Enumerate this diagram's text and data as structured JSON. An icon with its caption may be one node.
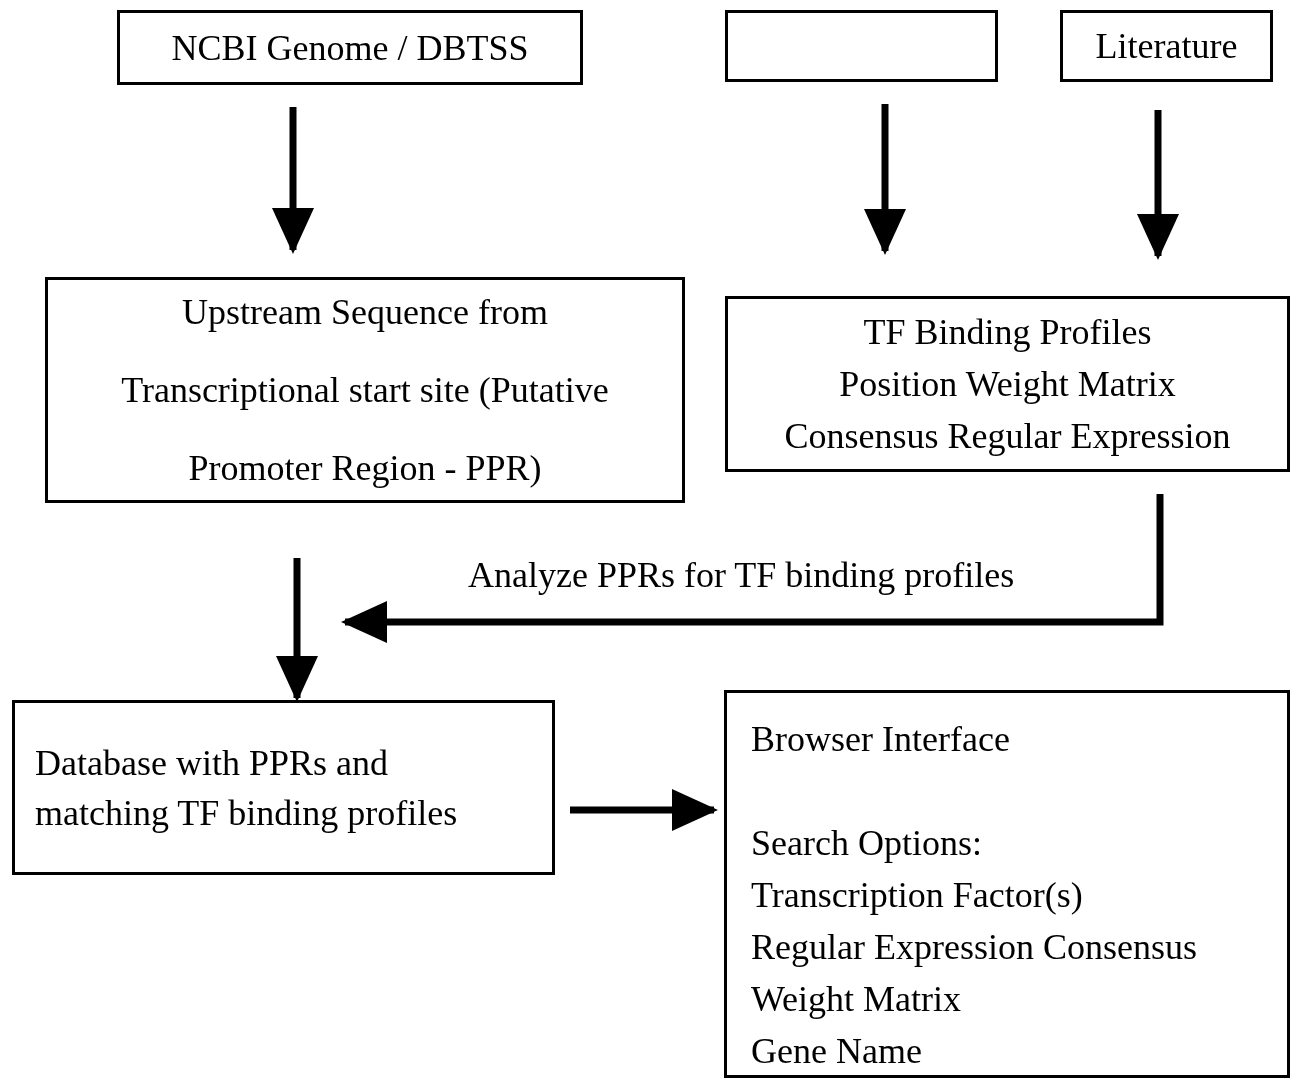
{
  "diagram": {
    "nodes": [
      {
        "text": [
          "NCBI Genome / DBTSS"
        ]
      },
      {
        "text": [],
        "shape": "box"
      },
      {
        "text": [
          "Literature"
        ]
      },
      {
        "text": [
          "Upstream Sequence from Transcriptional start site (Putative Promoter Region - PPR)"
        ]
      },
      {
        "text": [
          "TF Binding Profiles",
          "Position Weight Matrix",
          "Consensus Regular Expression"
        ]
      },
      {
        "text": [
          "Database with PPRs and matching TF binding profiles"
        ]
      },
      {
        "text": [
          "Browser Interface",
          "Search Options:",
          "Transcription Factor(s)",
          "Regular Expression Consensus",
          "Weight Matrix",
          "Gene Name"
        ]
      }
    ],
    "edges": [
      {
        "from": 0,
        "to": 3,
        "arrow": "to"
      },
      {
        "from": 1,
        "to": 4,
        "arrow": "to"
      },
      {
        "from": 2,
        "to": 4,
        "arrow": "to"
      },
      {
        "from": 3,
        "to": 5,
        "arrow": "to"
      },
      {
        "from": 4,
        "to": null,
        "arrow": "to",
        "label": "Analyze PPRs for TF binding profiles"
      },
      {
        "from": 5,
        "to": 6,
        "arrow": "to"
      }
    ]
  }
}
